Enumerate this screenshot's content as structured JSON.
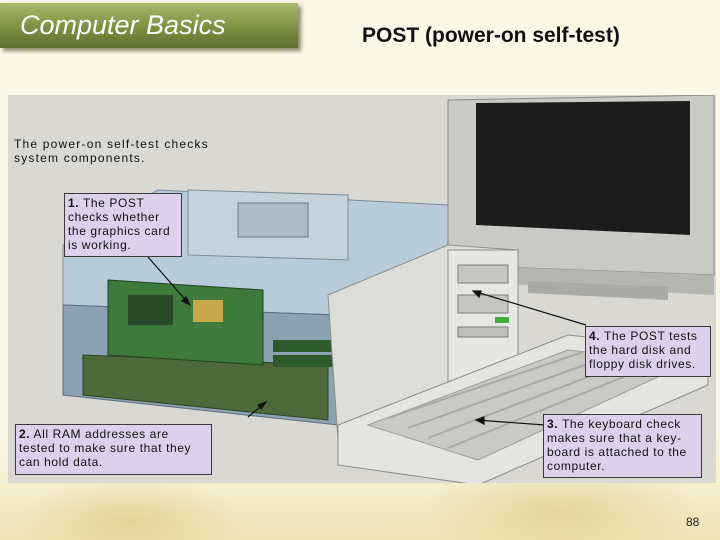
{
  "deck_title": "Computer Basics",
  "slide_title": "POST (power-on self-test)",
  "intro_text": "The power-on self-test checks system components.",
  "callouts": [
    {
      "number": "1.",
      "text": "The POST checks whether the graphics card is working."
    },
    {
      "number": "2.",
      "text": "All RAM addresses are tested to make sure that they can hold data."
    },
    {
      "number": "3.",
      "text": "The keyboard check makes sure that a key-board is attached to the computer."
    },
    {
      "number": "4.",
      "text": "The POST tests the hard disk and floppy disk drives."
    }
  ],
  "page_number": "88",
  "colors": {
    "title_bar": "#7d9042",
    "callout_fill": "#dcd0ea",
    "background": "#fbf8e8"
  }
}
